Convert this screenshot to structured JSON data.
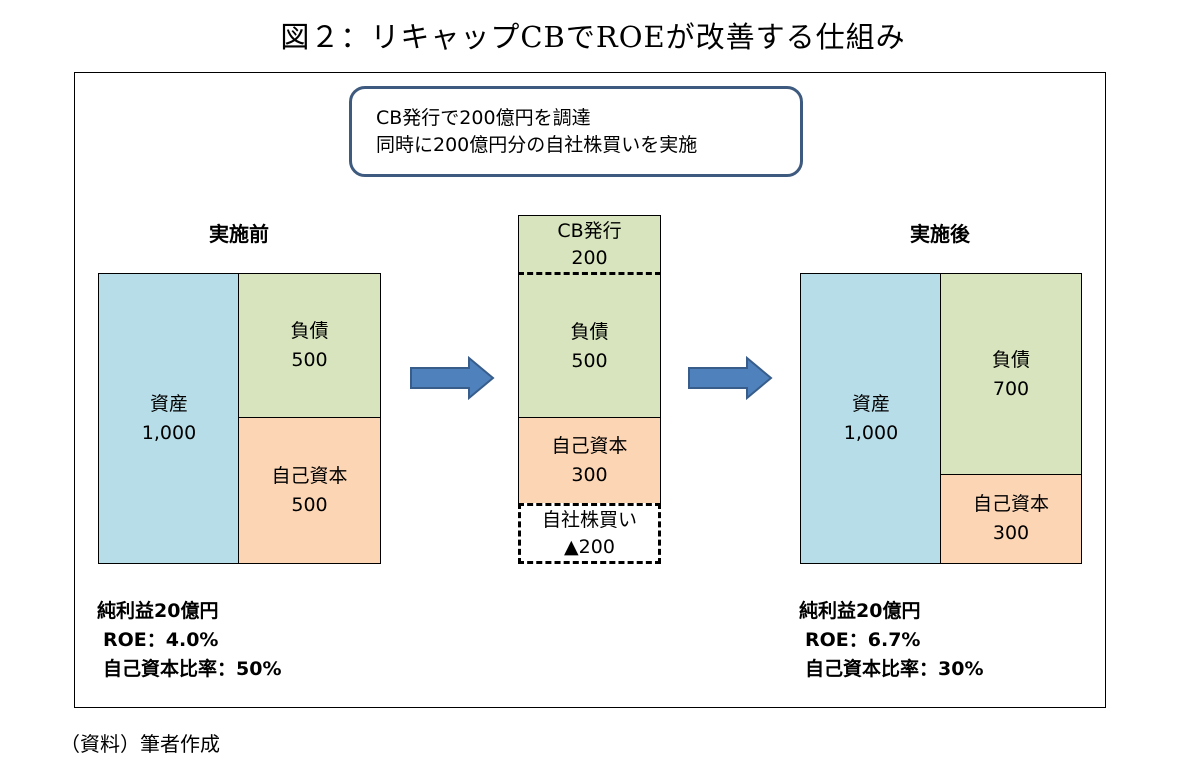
{
  "title": "図２：リキャップCBでROEが改善する仕組み",
  "note": {
    "line1": "CB発行で200億円を調達",
    "line2": "同時に200億円分の自社株買いを実施"
  },
  "before": {
    "heading": "実施前",
    "asset_label": "資産",
    "asset_value": "1,000",
    "liab_label": "負債",
    "liab_value": "500",
    "equity_label": "自己資本",
    "equity_value": "500",
    "net_income": "純利益20億円",
    "roe": "ROE：4.0%",
    "equity_ratio": "自己資本比率：50%"
  },
  "middle": {
    "cb_label": "CB発行",
    "cb_value": "200",
    "liab_label": "負債",
    "liab_value": "500",
    "equity_label": "自己資本",
    "equity_value": "300",
    "buyback_label": "自社株買い",
    "buyback_value": "▲200"
  },
  "after": {
    "heading": "実施後",
    "asset_label": "資産",
    "asset_value": "1,000",
    "liab_label": "負債",
    "liab_value": "700",
    "equity_label": "自己資本",
    "equity_value": "300",
    "net_income": "純利益20億円",
    "roe": "ROE：6.7%",
    "equity_ratio": "自己資本比率：30%"
  },
  "source": "（資料）筆者作成",
  "colors": {
    "asset": "#b7dde8",
    "liability": "#d7e4bd",
    "equity": "#fcd5b5",
    "arrow": "#4f81bd",
    "note_border": "#3e5a7e"
  }
}
